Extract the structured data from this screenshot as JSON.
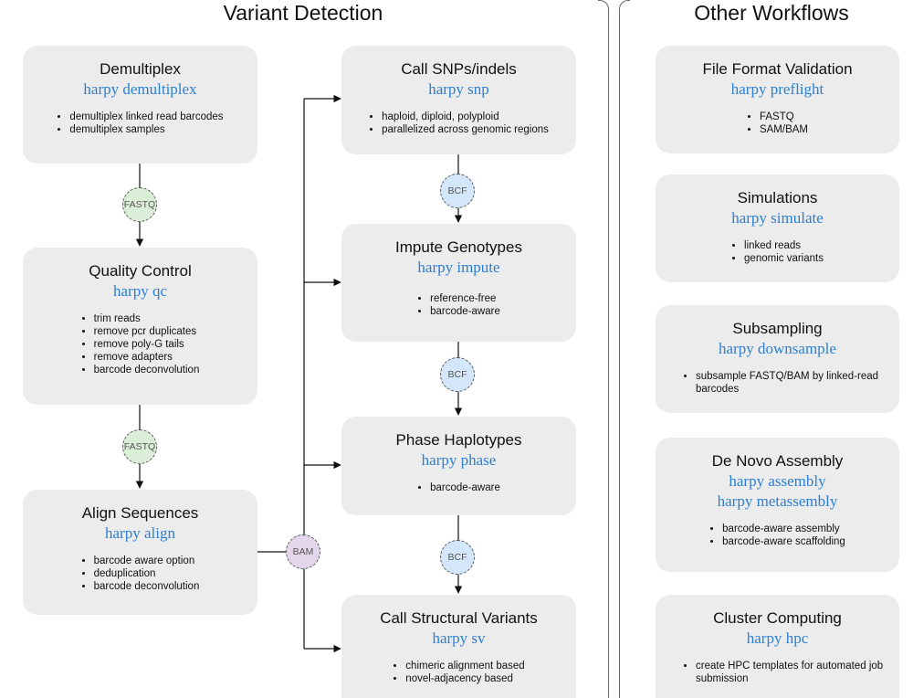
{
  "sections": {
    "left_title": "Variant Detection",
    "right_title": "Other Workflows"
  },
  "cards": {
    "demultiplex": {
      "title": "Demultiplex",
      "command": "harpy demultiplex",
      "bullets": [
        "demultiplex linked read barcodes",
        "demultiplex samples"
      ]
    },
    "qc": {
      "title": "Quality Control",
      "command": "harpy qc",
      "bullets": [
        "trim reads",
        "remove pcr duplicates",
        "remove poly-G tails",
        "remove adapters",
        "barcode deconvolution"
      ]
    },
    "align": {
      "title": "Align Sequences",
      "command": "harpy align",
      "bullets": [
        "barcode aware option",
        "deduplication",
        "barcode deconvolution"
      ]
    },
    "snp": {
      "title": "Call SNPs/indels",
      "command": "harpy snp",
      "bullets": [
        "haploid, diploid, polyploid",
        "parallelized across genomic regions"
      ]
    },
    "impute": {
      "title": "Impute Genotypes",
      "command": "harpy impute",
      "bullets": [
        "reference-free",
        "barcode-aware"
      ]
    },
    "phase": {
      "title": "Phase Haplotypes",
      "command": "harpy phase",
      "bullets": [
        "barcode-aware"
      ]
    },
    "sv": {
      "title": "Call Structural Variants",
      "command": "harpy sv",
      "bullets": [
        "chimeric alignment based",
        "novel-adjacency based"
      ]
    },
    "preflight": {
      "title": "File Format Validation",
      "command": "harpy preflight",
      "bullets": [
        "FASTQ",
        "SAM/BAM"
      ]
    },
    "simulate": {
      "title": "Simulations",
      "command": "harpy simulate",
      "bullets": [
        "linked reads",
        "genomic variants"
      ]
    },
    "downsample": {
      "title": "Subsampling",
      "command": "harpy downsample",
      "bullets": [
        "subsample FASTQ/BAM by linked-read barcodes"
      ]
    },
    "assembly": {
      "title": "De Novo Assembly",
      "command": "harpy assembly",
      "command2": "harpy metassembly",
      "bullets": [
        "barcode-aware assembly",
        "barcode-aware scaffolding"
      ]
    },
    "hpc": {
      "title": "Cluster Computing",
      "command": "harpy hpc",
      "bullets": [
        "create HPC templates for automated job submission"
      ]
    }
  },
  "nodes": {
    "fastq_1": "FASTQ",
    "fastq_2": "FASTQ",
    "bam": "BAM",
    "bcf_1": "BCF",
    "bcf_2": "BCF",
    "bcf_3": "BCF"
  },
  "colors": {
    "card_bg": "#ececec",
    "command_text": "#2a7fd4",
    "fastq_fill": "#dbeed7",
    "bcf_fill": "#d3e6fa",
    "bam_fill": "#e4d6ea"
  }
}
